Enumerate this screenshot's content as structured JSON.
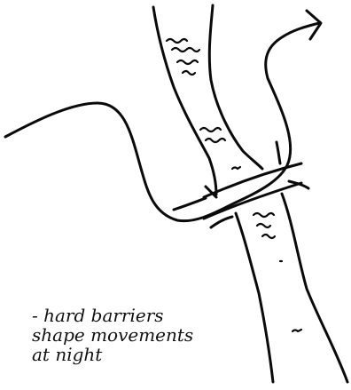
{
  "annotation": {
    "lines": [
      "- hard barriers",
      "shape movements",
      "at night"
    ]
  },
  "colors": {
    "ink": "#0a0a0a",
    "paper": "#ffffff"
  }
}
